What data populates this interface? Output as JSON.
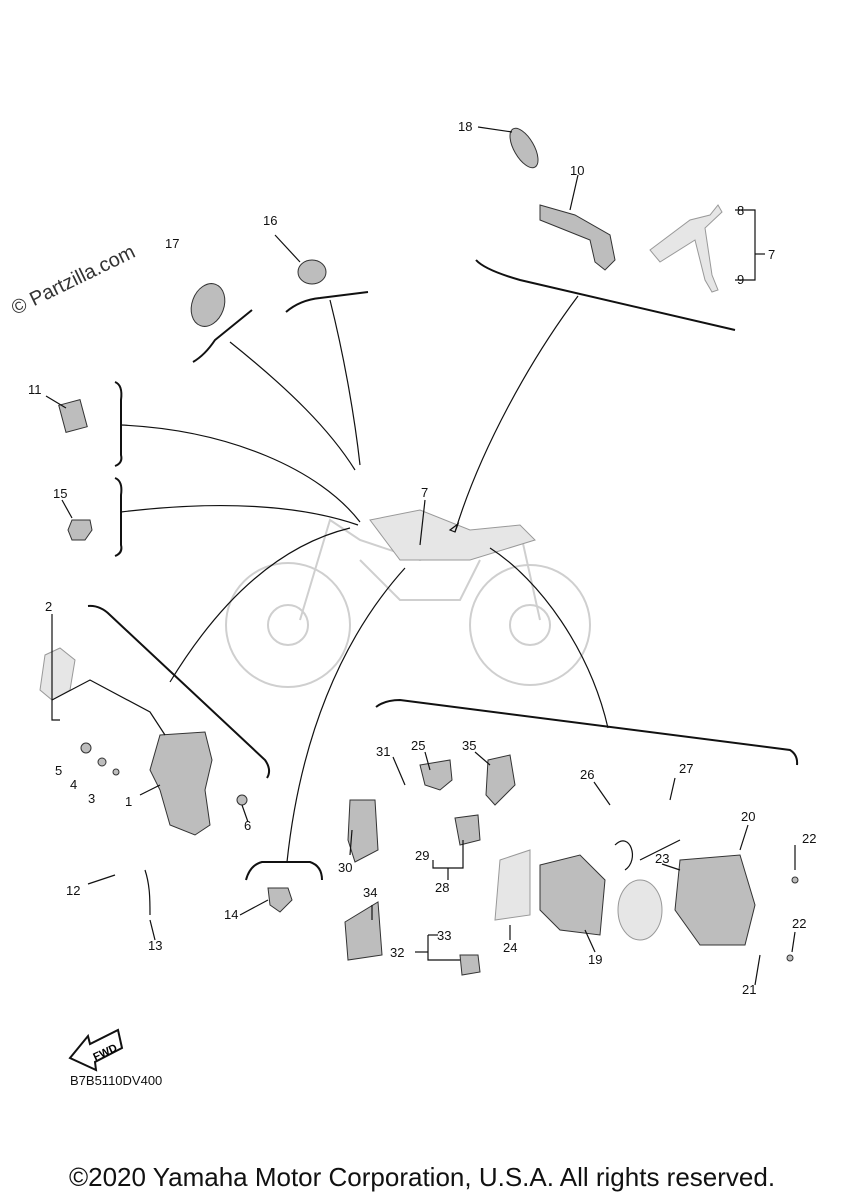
{
  "watermark": "© Partzilla.com",
  "diagram_code": "B7B5110DV400",
  "fwd_label": "FWD",
  "copyright": "©2020 Yamaha Motor Corporation, U.S.A. All rights reserved.",
  "callouts": [
    "1",
    "2",
    "3",
    "4",
    "5",
    "6",
    "7",
    "7",
    "8",
    "9",
    "10",
    "11",
    "12",
    "13",
    "14",
    "15",
    "16",
    "17",
    "18",
    "19",
    "20",
    "21",
    "22",
    "22",
    "23",
    "24",
    "25",
    "26",
    "27",
    "28",
    "29",
    "30",
    "31",
    "32",
    "33",
    "34",
    "35"
  ]
}
